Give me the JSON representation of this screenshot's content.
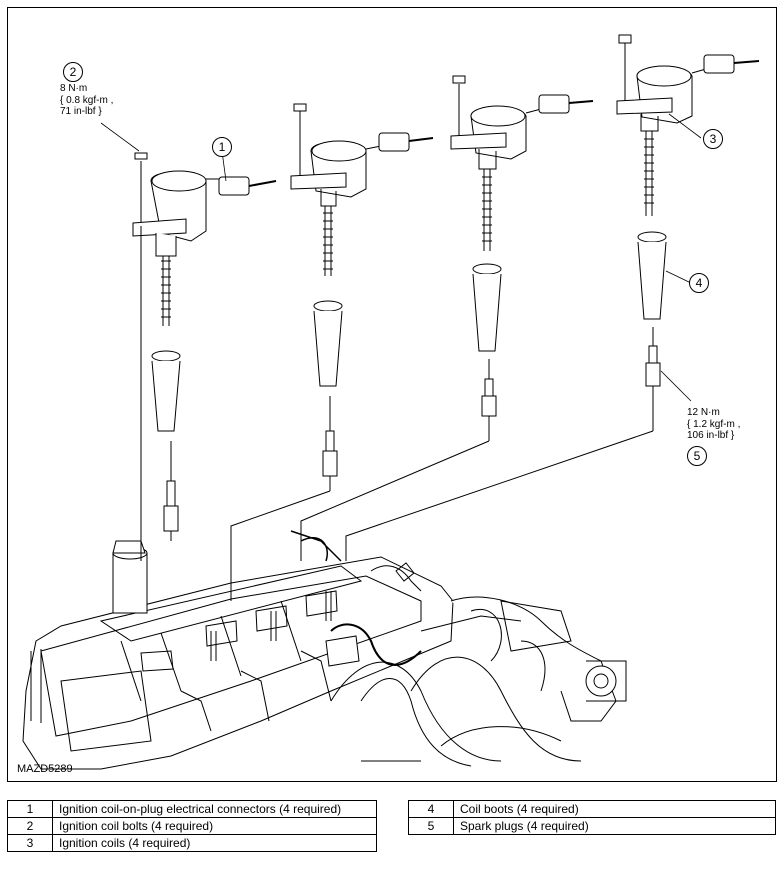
{
  "figure": {
    "id": "MAZD5289",
    "callouts": [
      {
        "number": "1"
      },
      {
        "number": "2"
      },
      {
        "number": "3"
      },
      {
        "number": "4"
      },
      {
        "number": "5"
      }
    ],
    "torque_coil_bolt": [
      "8 N·m",
      "{ 0.8 kgf-m ,",
      "71 in-lbf }"
    ],
    "torque_spark_plug": [
      "12 N·m",
      "{ 1.2 kgf-m ,",
      "106 in-lbf }"
    ]
  },
  "legend": {
    "left": [
      {
        "num": "1",
        "text": "Ignition coil-on-plug electrical connectors (4 required)"
      },
      {
        "num": "2",
        "text": "Ignition coil bolts (4 required)"
      },
      {
        "num": "3",
        "text": "Ignition coils (4 required)"
      }
    ],
    "right": [
      {
        "num": "4",
        "text": "Coil boots (4 required)"
      },
      {
        "num": "5",
        "text": "Spark plugs (4 required)"
      }
    ]
  }
}
